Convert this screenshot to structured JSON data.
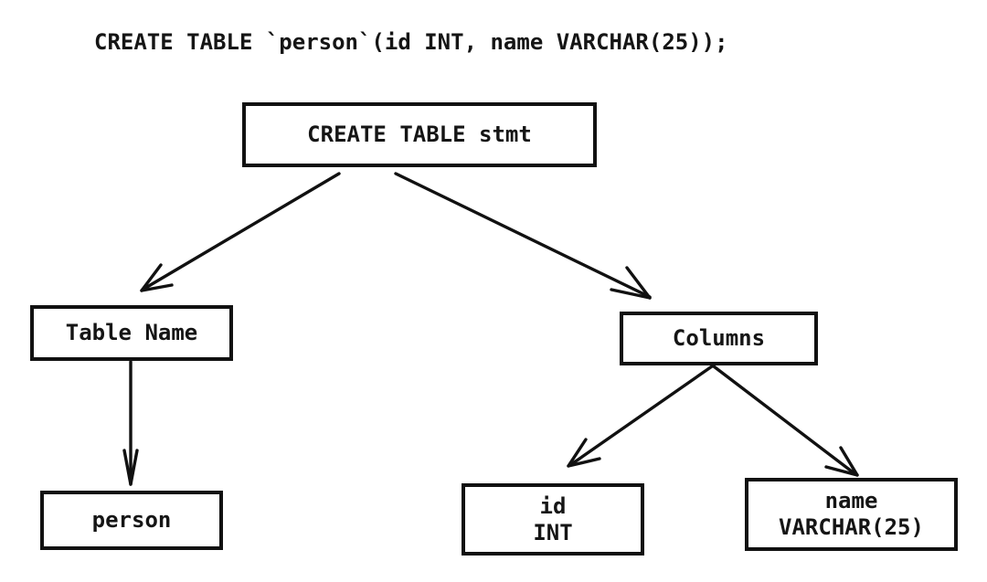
{
  "source_line": "CREATE TABLE `person`(id INT, name VARCHAR(25));",
  "nodes": {
    "root": {
      "label": "CREATE TABLE stmt"
    },
    "table_name": {
      "label": "Table Name"
    },
    "table_name_value": {
      "label": "person"
    },
    "columns": {
      "label": "Columns"
    },
    "column_id": {
      "line1": "id",
      "line2": "INT"
    },
    "column_name": {
      "line1": "name",
      "line2": "VARCHAR(25)"
    }
  },
  "colors": {
    "background": "#ffffff",
    "stroke": "#111111",
    "text": "#151515"
  }
}
